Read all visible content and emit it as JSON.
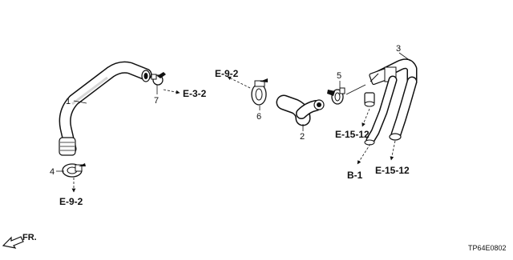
{
  "parts": [
    {
      "number": "1",
      "icon": "breather-hose-icon"
    },
    {
      "number": "2",
      "icon": "elbow-hose-icon"
    },
    {
      "number": "3",
      "icon": "pcv-pipe-assembly-icon"
    },
    {
      "number": "4",
      "icon": "hose-clamp-icon"
    },
    {
      "number": "5",
      "icon": "hose-clamp-icon"
    },
    {
      "number": "6",
      "icon": "hose-clamp-icon"
    },
    {
      "number": "7",
      "icon": "hose-clamp-icon"
    }
  ],
  "references": {
    "e32": "E-3-2",
    "e92_top": "E-9-2",
    "e92_bottom": "E-9-2",
    "e1512_a": "E-15-12",
    "e1512_b": "E-15-12",
    "b1": "B-1"
  },
  "front_indicator": "FR.",
  "diagram_code": "TP64E0802",
  "colors": {
    "line": "#111111",
    "fill": "#ffffff",
    "shade": "#d8d8d8"
  }
}
